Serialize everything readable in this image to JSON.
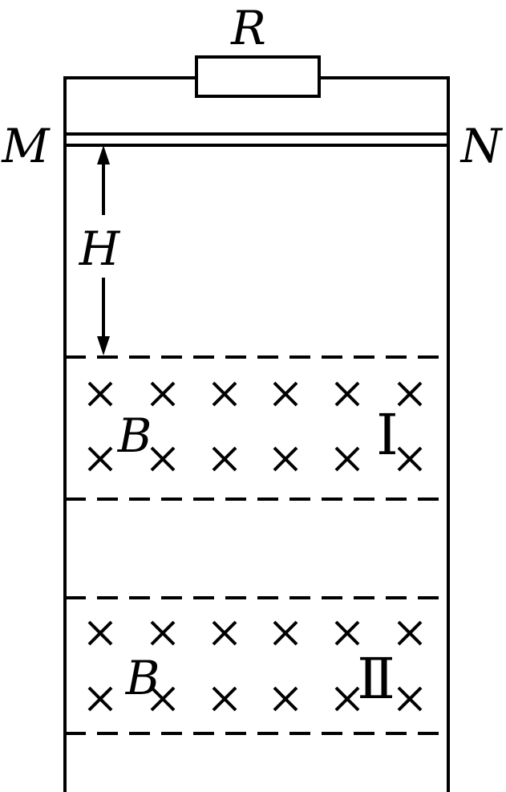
{
  "labels": {
    "resistor": "R",
    "left_rod_end": "M",
    "right_rod_end": "N",
    "height": "H",
    "field_1": "B",
    "field_2": "B",
    "region_1": "Ⅰ",
    "region_2": "Ⅱ"
  },
  "field_direction": "into-page",
  "field_symbol": "×",
  "regions": [
    {
      "name": "Ⅰ",
      "field": "B",
      "rows": 2,
      "cols": 6
    },
    {
      "name": "Ⅱ",
      "field": "B",
      "rows": 2,
      "cols": 6
    }
  ]
}
